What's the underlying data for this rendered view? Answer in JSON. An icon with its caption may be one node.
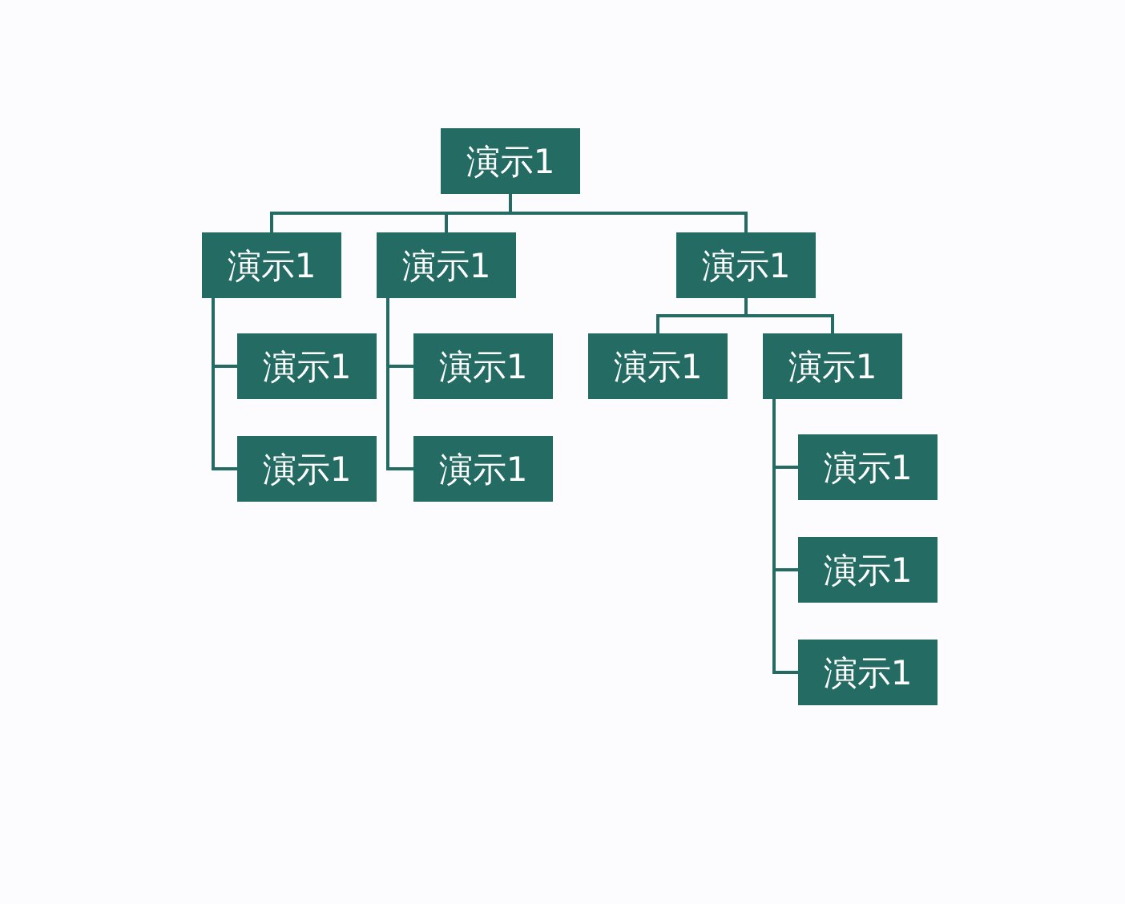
{
  "diagram": {
    "nodes": [
      {
        "text": [
          "演示1"
        ]
      },
      {
        "text": [
          "演示1"
        ]
      },
      {
        "text": [
          "演示1"
        ]
      },
      {
        "text": [
          "演示1"
        ]
      },
      {
        "text": [
          "演示1"
        ]
      },
      {
        "text": [
          "演示1"
        ]
      },
      {
        "text": [
          "演示1"
        ]
      },
      {
        "text": [
          "演示1"
        ]
      },
      {
        "text": [
          "演示1"
        ]
      },
      {
        "text": [
          "演示1"
        ]
      },
      {
        "text": [
          "演示1"
        ]
      },
      {
        "text": [
          "演示1"
        ]
      },
      {
        "text": [
          "演示1"
        ]
      }
    ],
    "edges": [
      {
        "from": 0,
        "to": 1,
        "arrow": "none"
      },
      {
        "from": 0,
        "to": 2,
        "arrow": "none"
      },
      {
        "from": 0,
        "to": 3,
        "arrow": "none"
      },
      {
        "from": 1,
        "to": 4,
        "arrow": "none"
      },
      {
        "from": 1,
        "to": 5,
        "arrow": "none"
      },
      {
        "from": 2,
        "to": 6,
        "arrow": "none"
      },
      {
        "from": 2,
        "to": 7,
        "arrow": "none"
      },
      {
        "from": 3,
        "to": 8,
        "arrow": "none"
      },
      {
        "from": 3,
        "to": 9,
        "arrow": "none"
      },
      {
        "from": 9,
        "to": 10,
        "arrow": "none"
      },
      {
        "from": 9,
        "to": 11,
        "arrow": "none"
      },
      {
        "from": 9,
        "to": 12,
        "arrow": "none"
      }
    ]
  }
}
